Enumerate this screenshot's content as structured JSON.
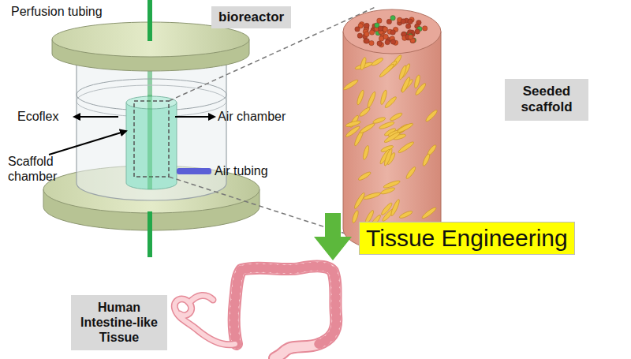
{
  "diagram": {
    "nodes": [
      {
        "text": [
          "bioreactor"
        ]
      },
      {
        "text": [
          "Seeded scaffold"
        ]
      },
      {
        "text": [
          "Tissue Engineering"
        ]
      },
      {
        "text": [
          "Human Intestine-like Tissue"
        ]
      }
    ],
    "labels": [
      "Perfusion tubing",
      "Ecoflex",
      "Air chamber",
      "Air tubing",
      "Scaffold chamber"
    ]
  }
}
